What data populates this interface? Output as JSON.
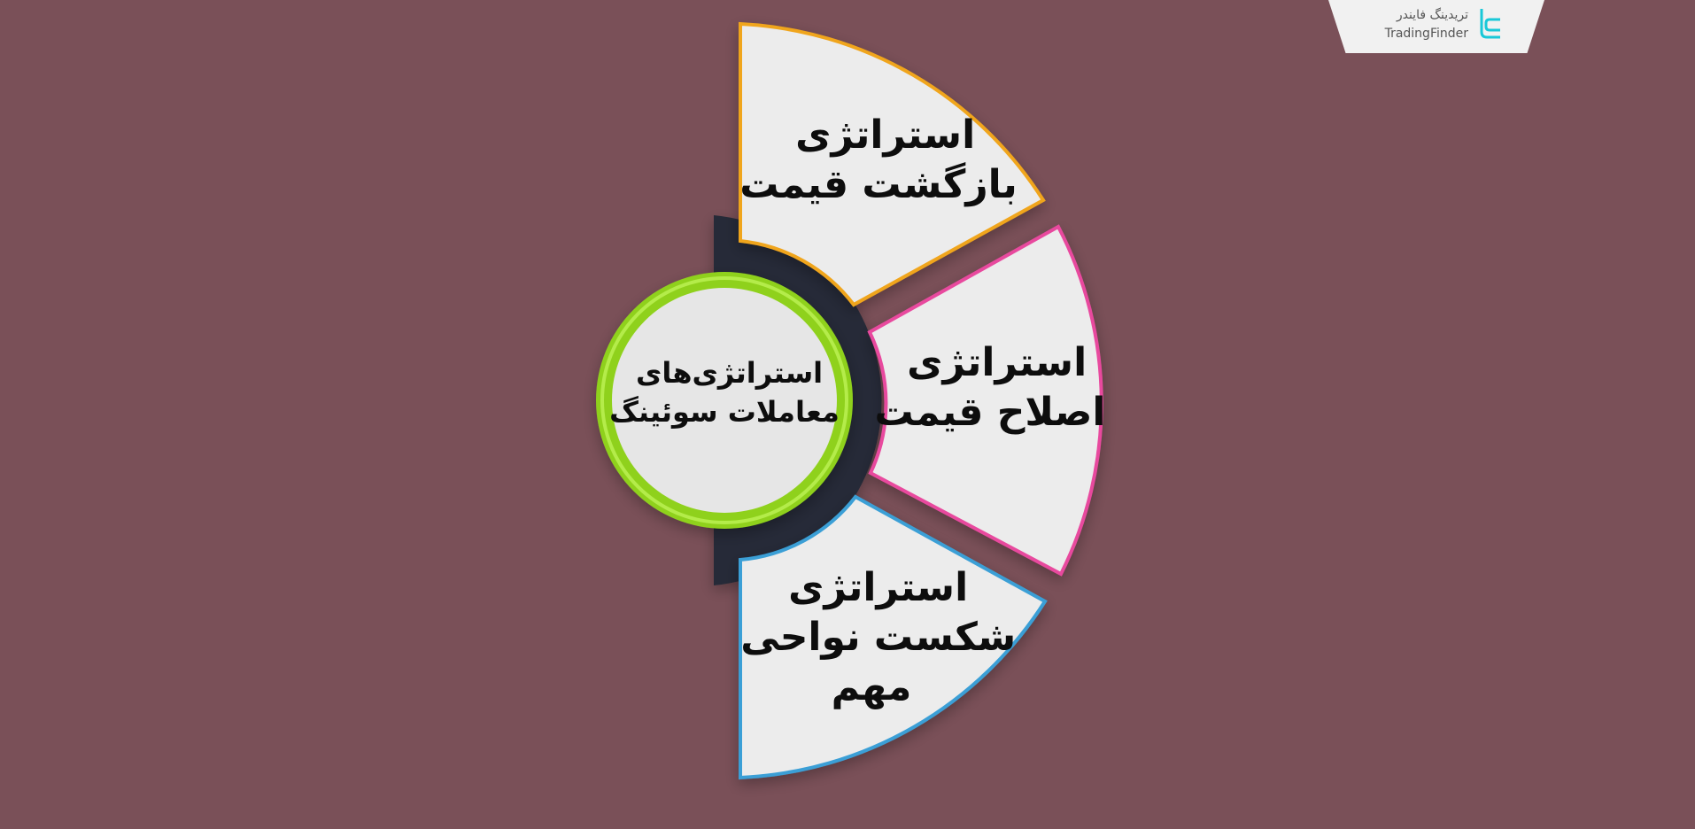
{
  "brand": {
    "name_fa": "تریدینگ فایندر",
    "name_en": "TradingFinder",
    "mark_color": "#19c8d8"
  },
  "center": {
    "line1": "استراتژی‌های",
    "line2": "معاملات سوئینگ",
    "ring_color": "#8fd11e"
  },
  "segments": [
    {
      "lines": [
        "استراتژی",
        "بازگشت قیمت"
      ],
      "border_color": "#f0a51e"
    },
    {
      "lines": [
        "استراتژی",
        "اصلاح قیمت"
      ],
      "border_color": "#e84a9e"
    },
    {
      "lines": [
        "استراتژی",
        "شکست نواحی",
        "مهم"
      ],
      "border_color": "#3a9fd6"
    }
  ],
  "colors": {
    "background": "#7a5058",
    "hub": "#262b37",
    "card_fill": "#ececec"
  }
}
